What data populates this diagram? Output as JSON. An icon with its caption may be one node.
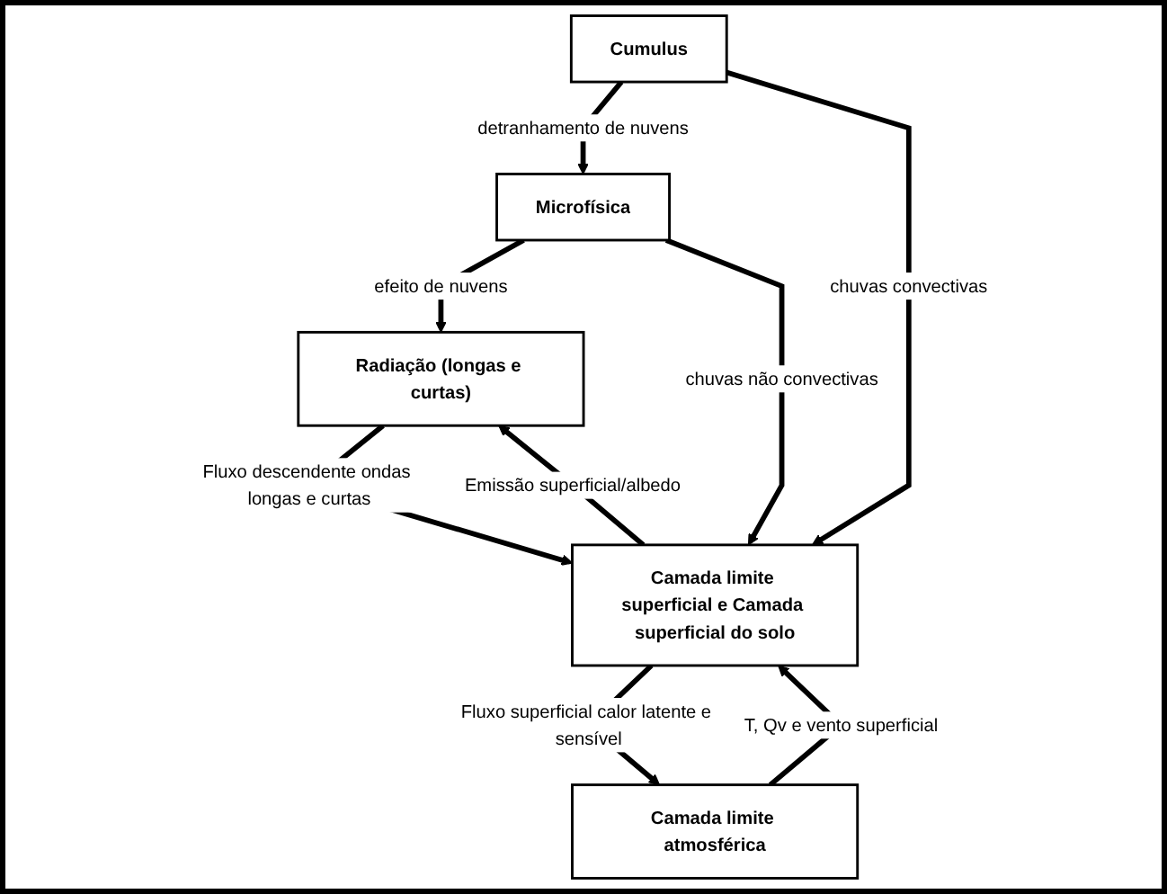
{
  "diagram": {
    "nodes": [
      {
        "text": [
          "Microfísica"
        ]
      },
      {
        "text": [
          "Cumulus"
        ]
      },
      {
        "text": [
          "Radiação (longas e curtas)"
        ]
      },
      {
        "text": [
          "Camada limite atmosférica"
        ]
      },
      {
        "text": [
          "Camada limite superficial e Camada superficial do solo"
        ]
      }
    ],
    "edges": [
      {
        "from": 1,
        "to": 0,
        "arrow": "to",
        "label": "detranhamento de nuvens"
      },
      {
        "from": 0,
        "to": 2,
        "arrow": "to",
        "label": "efeito de nuvens"
      },
      {
        "from": 0,
        "to": 4,
        "arrow": "to",
        "label": "chuvas não convectivas"
      },
      {
        "from": 1,
        "to": 4,
        "arrow": "to",
        "label": "chuvas convectivas"
      },
      {
        "from": 2,
        "to": 4,
        "arrow": "to",
        "label": "Fluxo descendente ondas longas e curtas"
      },
      {
        "from": 4,
        "to": 2,
        "arrow": "to",
        "label": "Emissão superficial/albedo"
      },
      {
        "from": 4,
        "to": 3,
        "arrow": "to",
        "label": "Fluxo superficial calor latente e sensível"
      },
      {
        "from": 3,
        "to": 4,
        "arrow": "to",
        "label": "T, Qv e vento superficial"
      }
    ]
  }
}
